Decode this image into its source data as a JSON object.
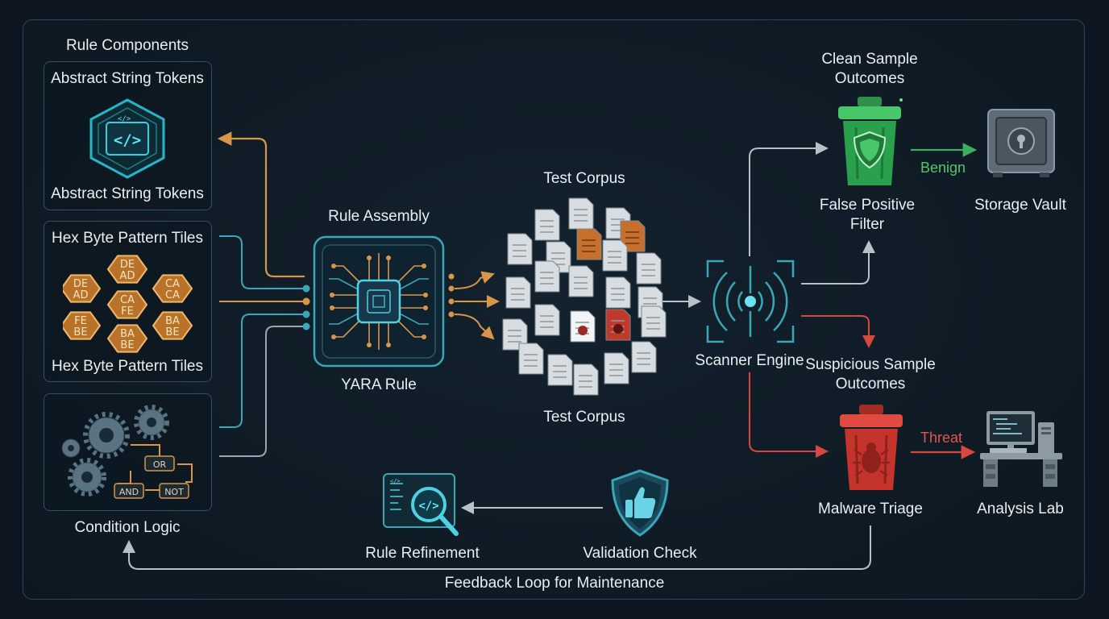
{
  "components": {
    "heading": "Rule Components",
    "string_tokens": {
      "label_top": "Abstract String Tokens",
      "label_bottom": "Abstract String Tokens"
    },
    "hex_tiles": {
      "label_top": "Hex Byte Pattern Tiles",
      "label_bottom": "Hex Byte Pattern Tiles",
      "tiles": [
        [
          "DE",
          "AD"
        ],
        [
          "DE",
          "AD"
        ],
        [
          "CA",
          "FE"
        ],
        [
          "CA",
          "CA"
        ],
        [
          "FE",
          "BE"
        ],
        [
          "BA",
          "BE"
        ],
        [
          "BA",
          "BE"
        ]
      ]
    },
    "condition": {
      "label": "Condition Logic",
      "ops": [
        "OR",
        "AND",
        "NOT"
      ]
    }
  },
  "assembly": {
    "label_top": "Rule Assembly",
    "label_bottom": "YARA Rule"
  },
  "corpus": {
    "label_top": "Test Corpus",
    "label_bottom": "Test Corpus"
  },
  "scanner": {
    "label": "Scanner Engine"
  },
  "clean": {
    "heading": "Clean Sample\nOutcomes",
    "filter": "False Positive\nFilter",
    "edge": "Benign",
    "vault": "Storage Vault"
  },
  "suspicious": {
    "heading": "Suspicious Sample\nOutcomes",
    "triage": "Malware Triage",
    "edge": "Threat",
    "lab": "Analysis Lab"
  },
  "feedback": {
    "refinement": "Rule Refinement",
    "validation": "Validation Check",
    "loop": "Feedback Loop for Maintenance"
  },
  "colors": {
    "orange": "#d9954a",
    "teal": "#3aa6b8",
    "gray": "#9aa7b0",
    "green": "#3fae5c",
    "red": "#d8473f",
    "benign": "#56c46a",
    "threat": "#e0574d"
  }
}
